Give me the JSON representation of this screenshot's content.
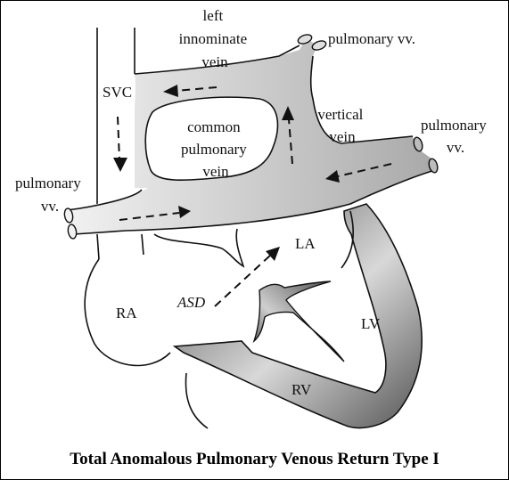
{
  "labels": {
    "left_innominate_vein": [
      "left",
      "innominate",
      "vein"
    ],
    "pulmonary_vv_top": "pulmonary vv.",
    "svc": "SVC",
    "common_pulmonary_vein": [
      "common",
      "pulmonary",
      "vein"
    ],
    "vertical_vein": [
      "vertical",
      "vein"
    ],
    "pulmonary_vv_right": [
      "pulmonary",
      "vv."
    ],
    "pulmonary_vv_left": [
      "pulmonary",
      "vv."
    ],
    "la": "LA",
    "asd": "ASD",
    "ra": "RA",
    "lv": "LV",
    "rv": "RV"
  },
  "caption": "Total Anomalous Pulmonary Venous Return Type I",
  "colors": {
    "vein_light": "#f2f2f2",
    "vein_dark": "#a9a9a9",
    "ventricle_dark": "#4a4a4a",
    "ventricle_light": "#d8d8d8",
    "stroke": "#111111"
  }
}
